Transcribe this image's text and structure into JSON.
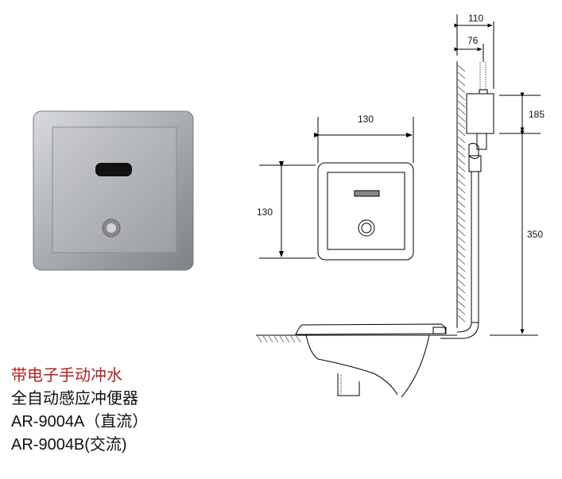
{
  "dimensions": {
    "front_width": "130",
    "front_height": "130",
    "depth_total": "110",
    "depth_pipe": "76",
    "valve_height": "185",
    "pipe_height": "350"
  },
  "caption": {
    "line1": "带电子手动冲水",
    "line2": "全自动感应冲便器",
    "line3": "AR-9004A（直流）",
    "line4": "AR-9004B(交流)"
  },
  "colors": {
    "accent": "#b22222"
  }
}
